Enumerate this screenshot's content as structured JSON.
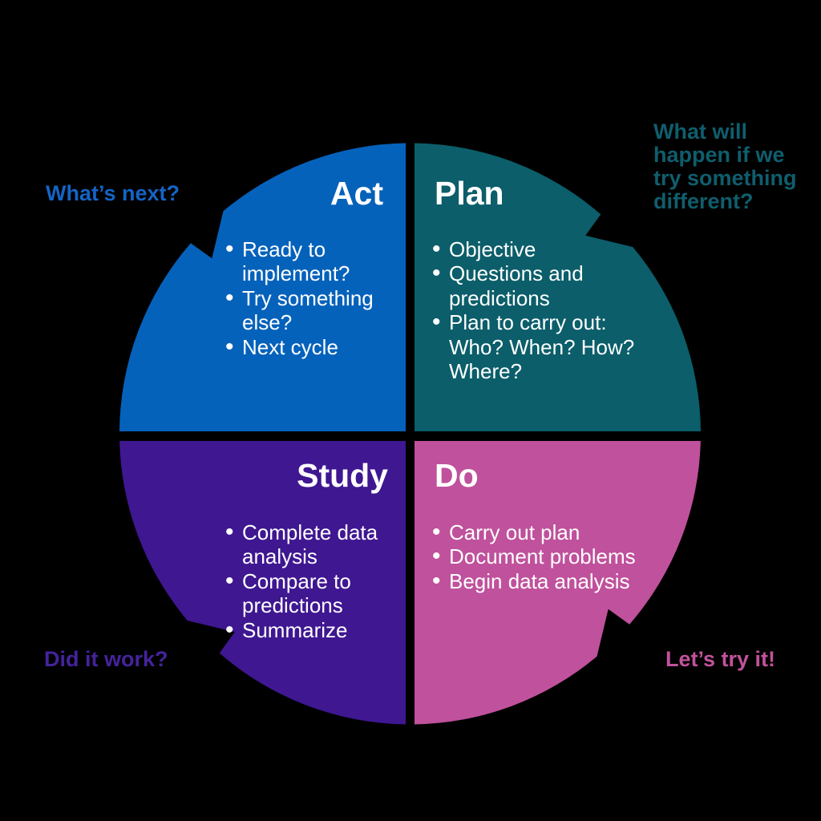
{
  "background": "#000000",
  "bullet_char": "•",
  "quadrants": {
    "act": {
      "title": "Act",
      "color": "#0562BB",
      "bullets": [
        "Ready to implement?",
        "Try something else?",
        "Next cycle"
      ]
    },
    "plan": {
      "title": "Plan",
      "color": "#0B5E6A",
      "bullets": [
        "Objective",
        "Questions and predictions",
        "Plan to carry out: Who? When? How? Where?"
      ]
    },
    "study": {
      "title": "Study",
      "color": "#3F1791",
      "bullets": [
        "Complete data analysis",
        "Compare to predictions",
        "Summarize"
      ]
    },
    "do": {
      "title": "Do",
      "color": "#C0519C",
      "bullets": [
        "Carry out plan",
        "Document problems",
        "Begin data analysis"
      ]
    }
  },
  "outside_labels": {
    "act": {
      "text": "What’s next?",
      "color": "#1464C6"
    },
    "plan": {
      "text": "What will happen if we try something different?",
      "color": "#0F5E6D"
    },
    "study": {
      "text": "Did it work?",
      "color": "#44239C"
    },
    "do": {
      "text": "Let’s try it!",
      "color": "#C1529B"
    }
  }
}
